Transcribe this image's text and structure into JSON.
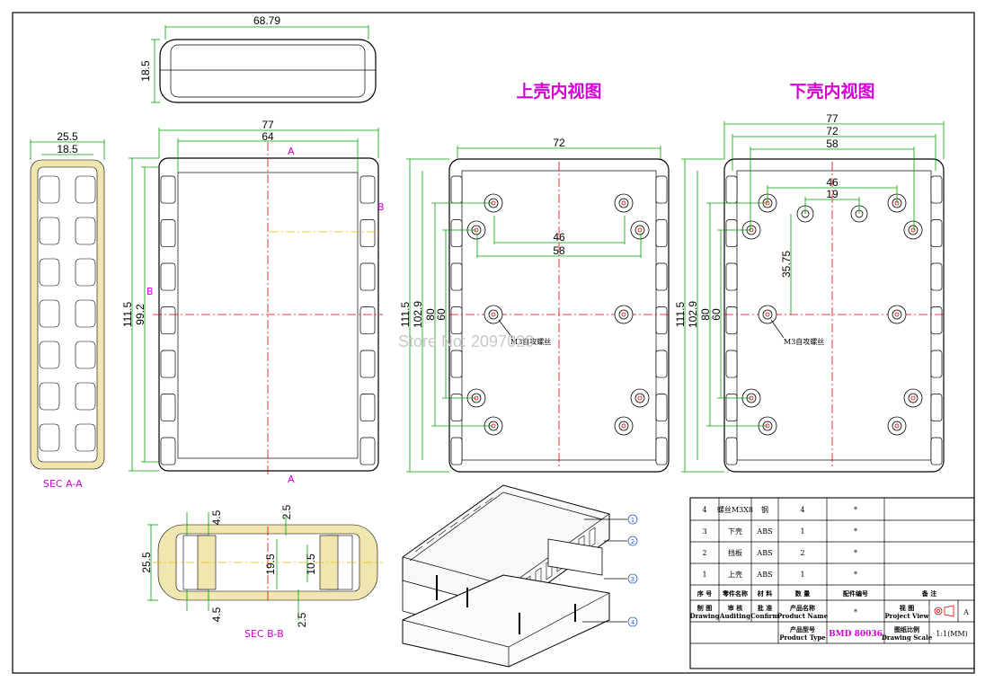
{
  "views": {
    "top_view": {
      "width_label": "68.79",
      "height_label": "18.5"
    },
    "sec_aa": {
      "width_outer": "25.5",
      "width_inner": "18.5",
      "title": "SEC A-A"
    },
    "front_view": {
      "width_outer": "77",
      "width_inner": "64",
      "height_outer": "111.5",
      "height_inner": "99.2",
      "cut_a": "A",
      "cut_b": "B"
    },
    "upper_shell": {
      "title": "上壳内视图",
      "width": "72",
      "h1": "111.5",
      "h2": "102.9",
      "h3": "80",
      "h4": "60",
      "d1": "46",
      "d2": "58",
      "screw_note": "M3自攻螺丝"
    },
    "lower_shell": {
      "title": "下壳内视图",
      "w1": "77",
      "w2": "72",
      "w3": "58",
      "d1": "46",
      "d2": "19",
      "d3": "35.75",
      "h1": "111.5",
      "h2": "102.9",
      "h3": "80",
      "h4": "60",
      "screw_note": "M3自攻螺丝"
    },
    "sec_bb": {
      "title": "SEC B-B",
      "h_outer": "25.5",
      "t1": "4.5",
      "t2": "2.5",
      "t3": "19.5",
      "t4": "10.5",
      "t5": "4.5",
      "t6": "2.5"
    }
  },
  "balloons": [
    "1",
    "2",
    "3",
    "4"
  ],
  "watermark": "Store No: 2097020",
  "parts_table": {
    "rows": [
      {
        "no": "4",
        "name": "螺丝M3X8",
        "material": "钢",
        "qty": "4",
        "code": "*",
        "remark": ""
      },
      {
        "no": "3",
        "name": "下壳",
        "material": "ABS",
        "qty": "1",
        "code": "*",
        "remark": ""
      },
      {
        "no": "2",
        "name": "挡板",
        "material": "ABS",
        "qty": "2",
        "code": "*",
        "remark": ""
      },
      {
        "no": "1",
        "name": "上壳",
        "material": "ABS",
        "qty": "1",
        "code": "*",
        "remark": ""
      }
    ],
    "header": {
      "no": "序 号",
      "name": "零件名称",
      "material": "材 料",
      "qty": "数 量",
      "code": "配件编号",
      "remark": "备 注"
    },
    "title_block": {
      "drawing_cn": "制 图",
      "drawing_en": "Drawing",
      "auditing_cn": "审 核",
      "auditing_en": "Auditing",
      "confirm_cn": "批 准",
      "confirm_en": "Confirm",
      "product_name_cn": "产品名称",
      "product_name_en": "Product Name",
      "product_name_val": "*",
      "view_cn": "视 图",
      "view_en": "Project View",
      "view_mark": "A",
      "product_type_cn": "产品型号",
      "product_type_en": "Product Type",
      "product_type_val": "BMD 80036",
      "scale_cn": "图纸比例",
      "scale_en": "Drawing Scale",
      "scale_val": "1:1(MM)"
    }
  },
  "colors": {
    "dimension": "#00a000",
    "centerline": "#e00000",
    "title": "#d400d4",
    "product_type": "#d400d4"
  }
}
